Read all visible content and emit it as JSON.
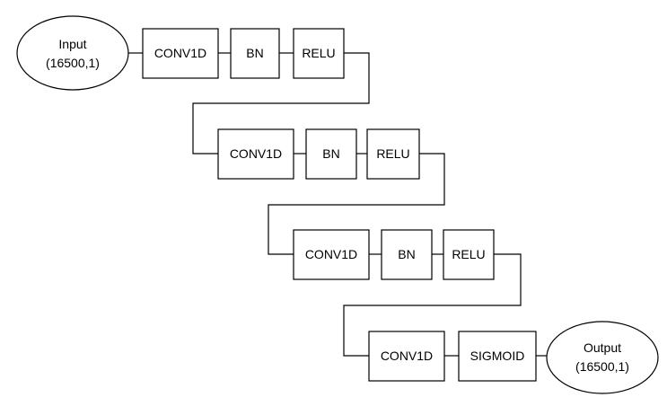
{
  "input": {
    "label": "Input",
    "shape": "(16500,1)"
  },
  "output": {
    "label": "Output",
    "shape": "(16500,1)"
  },
  "rows": [
    {
      "blocks": [
        "CONV1D",
        "BN",
        "RELU"
      ]
    },
    {
      "blocks": [
        "CONV1D",
        "BN",
        "RELU"
      ]
    },
    {
      "blocks": [
        "CONV1D",
        "BN",
        "RELU"
      ]
    },
    {
      "blocks": [
        "CONV1D",
        "SIGMOID"
      ]
    }
  ]
}
